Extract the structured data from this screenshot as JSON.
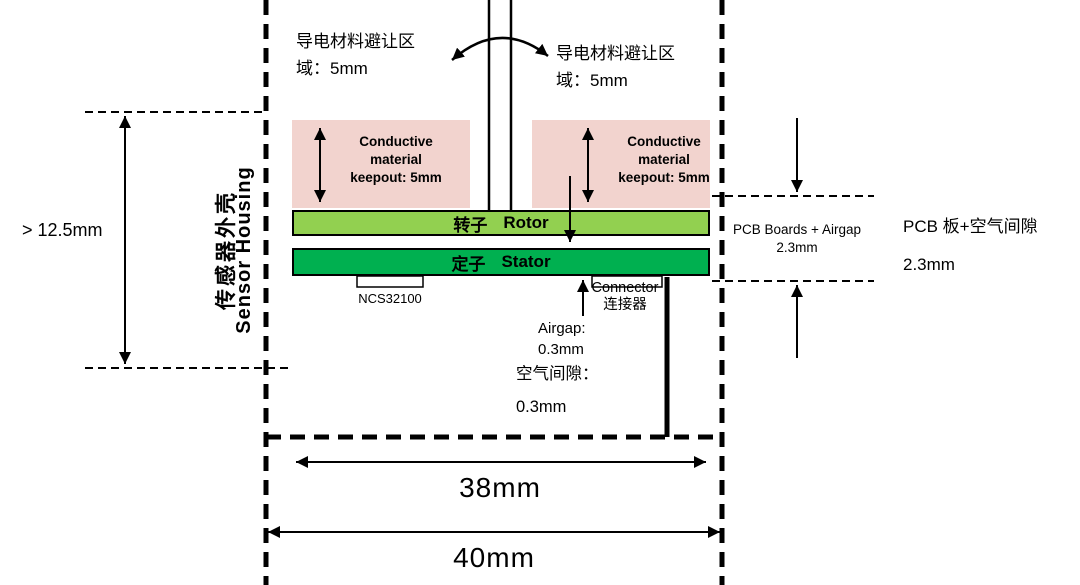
{
  "colors": {
    "line": "#000000",
    "keepout_fill": "#f2d3ce",
    "rotor_fill": "#92d050",
    "stator_fill": "#00b050"
  },
  "housing": {
    "label_cn": "传感器外壳",
    "label_en": "Sensor Housing"
  },
  "keepout": {
    "zone_note_cn": "导电材料避让区\n域：5mm",
    "block_label_en": "Conductive\nmaterial\nkeepout: 5mm"
  },
  "rotor": {
    "label_cn": "转子",
    "label_en": "Rotor"
  },
  "stator": {
    "label_cn": "定子",
    "label_en": "Stator",
    "chip_label": "NCS32100"
  },
  "connector": {
    "label": "Connector\n连接器"
  },
  "airgap": {
    "label_en": "Airgap:\n0.3mm",
    "label_cn": "空气间隙：\n0.3mm"
  },
  "dimensions": {
    "pcb_stack_en": "PCB Boards + Airgap\n2.3mm",
    "pcb_stack_cn": "PCB 板+空气间隙\n2.3mm",
    "housing_height": "> 12.5mm",
    "pcb_width": "38mm",
    "housing_width": "40mm"
  }
}
